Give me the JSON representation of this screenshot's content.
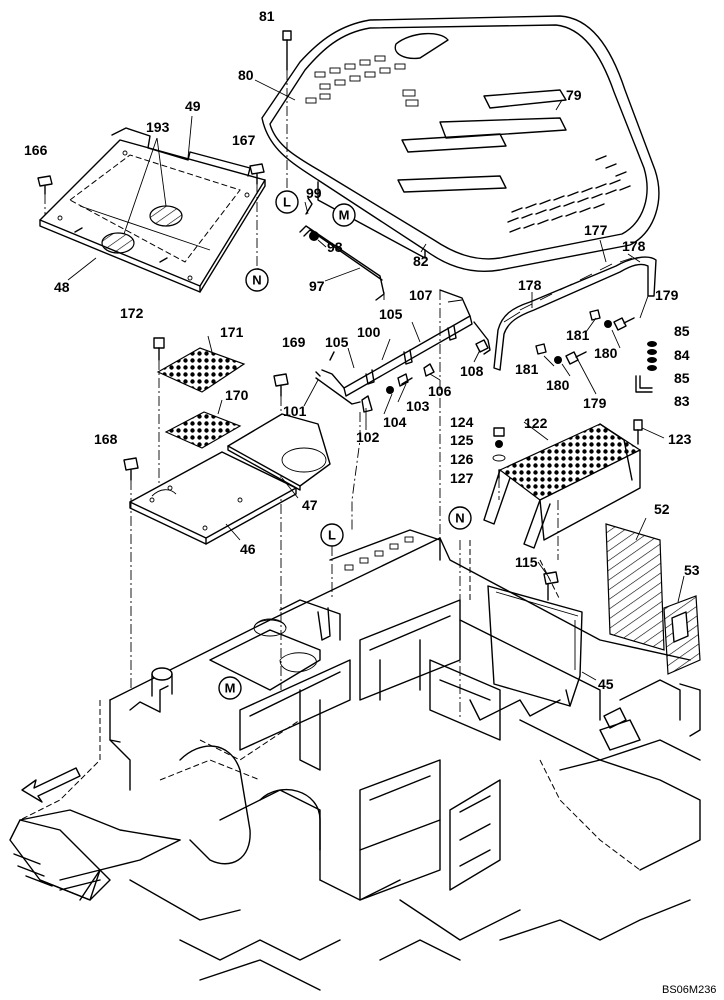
{
  "part_labels": [
    {
      "id": "p81",
      "text": "81"
    },
    {
      "id": "p80",
      "text": "80"
    },
    {
      "id": "p79",
      "text": "79"
    },
    {
      "id": "p49",
      "text": "49"
    },
    {
      "id": "p193",
      "text": "193"
    },
    {
      "id": "p166",
      "text": "166"
    },
    {
      "id": "p167",
      "text": "167"
    },
    {
      "id": "p99",
      "text": "99"
    },
    {
      "id": "p98",
      "text": "98"
    },
    {
      "id": "p97",
      "text": "97"
    },
    {
      "id": "p82",
      "text": "82"
    },
    {
      "id": "p48",
      "text": "48"
    },
    {
      "id": "p177",
      "text": "177"
    },
    {
      "id": "p178a",
      "text": "178"
    },
    {
      "id": "p178b",
      "text": "178"
    },
    {
      "id": "p179a",
      "text": "179"
    },
    {
      "id": "p179b",
      "text": "179"
    },
    {
      "id": "p107",
      "text": "107"
    },
    {
      "id": "p105a",
      "text": "105"
    },
    {
      "id": "p105b",
      "text": "105"
    },
    {
      "id": "p100",
      "text": "100"
    },
    {
      "id": "p172",
      "text": "172"
    },
    {
      "id": "p171",
      "text": "171"
    },
    {
      "id": "p169",
      "text": "169"
    },
    {
      "id": "p108",
      "text": "108"
    },
    {
      "id": "p106",
      "text": "106"
    },
    {
      "id": "p101",
      "text": "101"
    },
    {
      "id": "p103",
      "text": "103"
    },
    {
      "id": "p104",
      "text": "104"
    },
    {
      "id": "p102",
      "text": "102"
    },
    {
      "id": "p181a",
      "text": "181"
    },
    {
      "id": "p181b",
      "text": "181"
    },
    {
      "id": "p180a",
      "text": "180"
    },
    {
      "id": "p180b",
      "text": "180"
    },
    {
      "id": "p85a",
      "text": "85"
    },
    {
      "id": "p84",
      "text": "84"
    },
    {
      "id": "p85b",
      "text": "85"
    },
    {
      "id": "p83",
      "text": "83"
    },
    {
      "id": "p170",
      "text": "170"
    },
    {
      "id": "p124",
      "text": "124"
    },
    {
      "id": "p125",
      "text": "125"
    },
    {
      "id": "p126",
      "text": "126"
    },
    {
      "id": "p127",
      "text": "127"
    },
    {
      "id": "p122",
      "text": "122"
    },
    {
      "id": "p123",
      "text": "123"
    },
    {
      "id": "p168",
      "text": "168"
    },
    {
      "id": "p47",
      "text": "47"
    },
    {
      "id": "p46",
      "text": "46"
    },
    {
      "id": "p52",
      "text": "52"
    },
    {
      "id": "p53",
      "text": "53"
    },
    {
      "id": "p115",
      "text": "115"
    },
    {
      "id": "p45",
      "text": "45"
    }
  ],
  "reference_markers": [
    {
      "id": "refL1",
      "text": "L"
    },
    {
      "id": "refM1",
      "text": "M"
    },
    {
      "id": "refN1",
      "text": "N"
    },
    {
      "id": "refL2",
      "text": "L"
    },
    {
      "id": "refN2",
      "text": "N"
    },
    {
      "id": "refM2",
      "text": "M"
    }
  ],
  "drawing_code": "BS06M236"
}
